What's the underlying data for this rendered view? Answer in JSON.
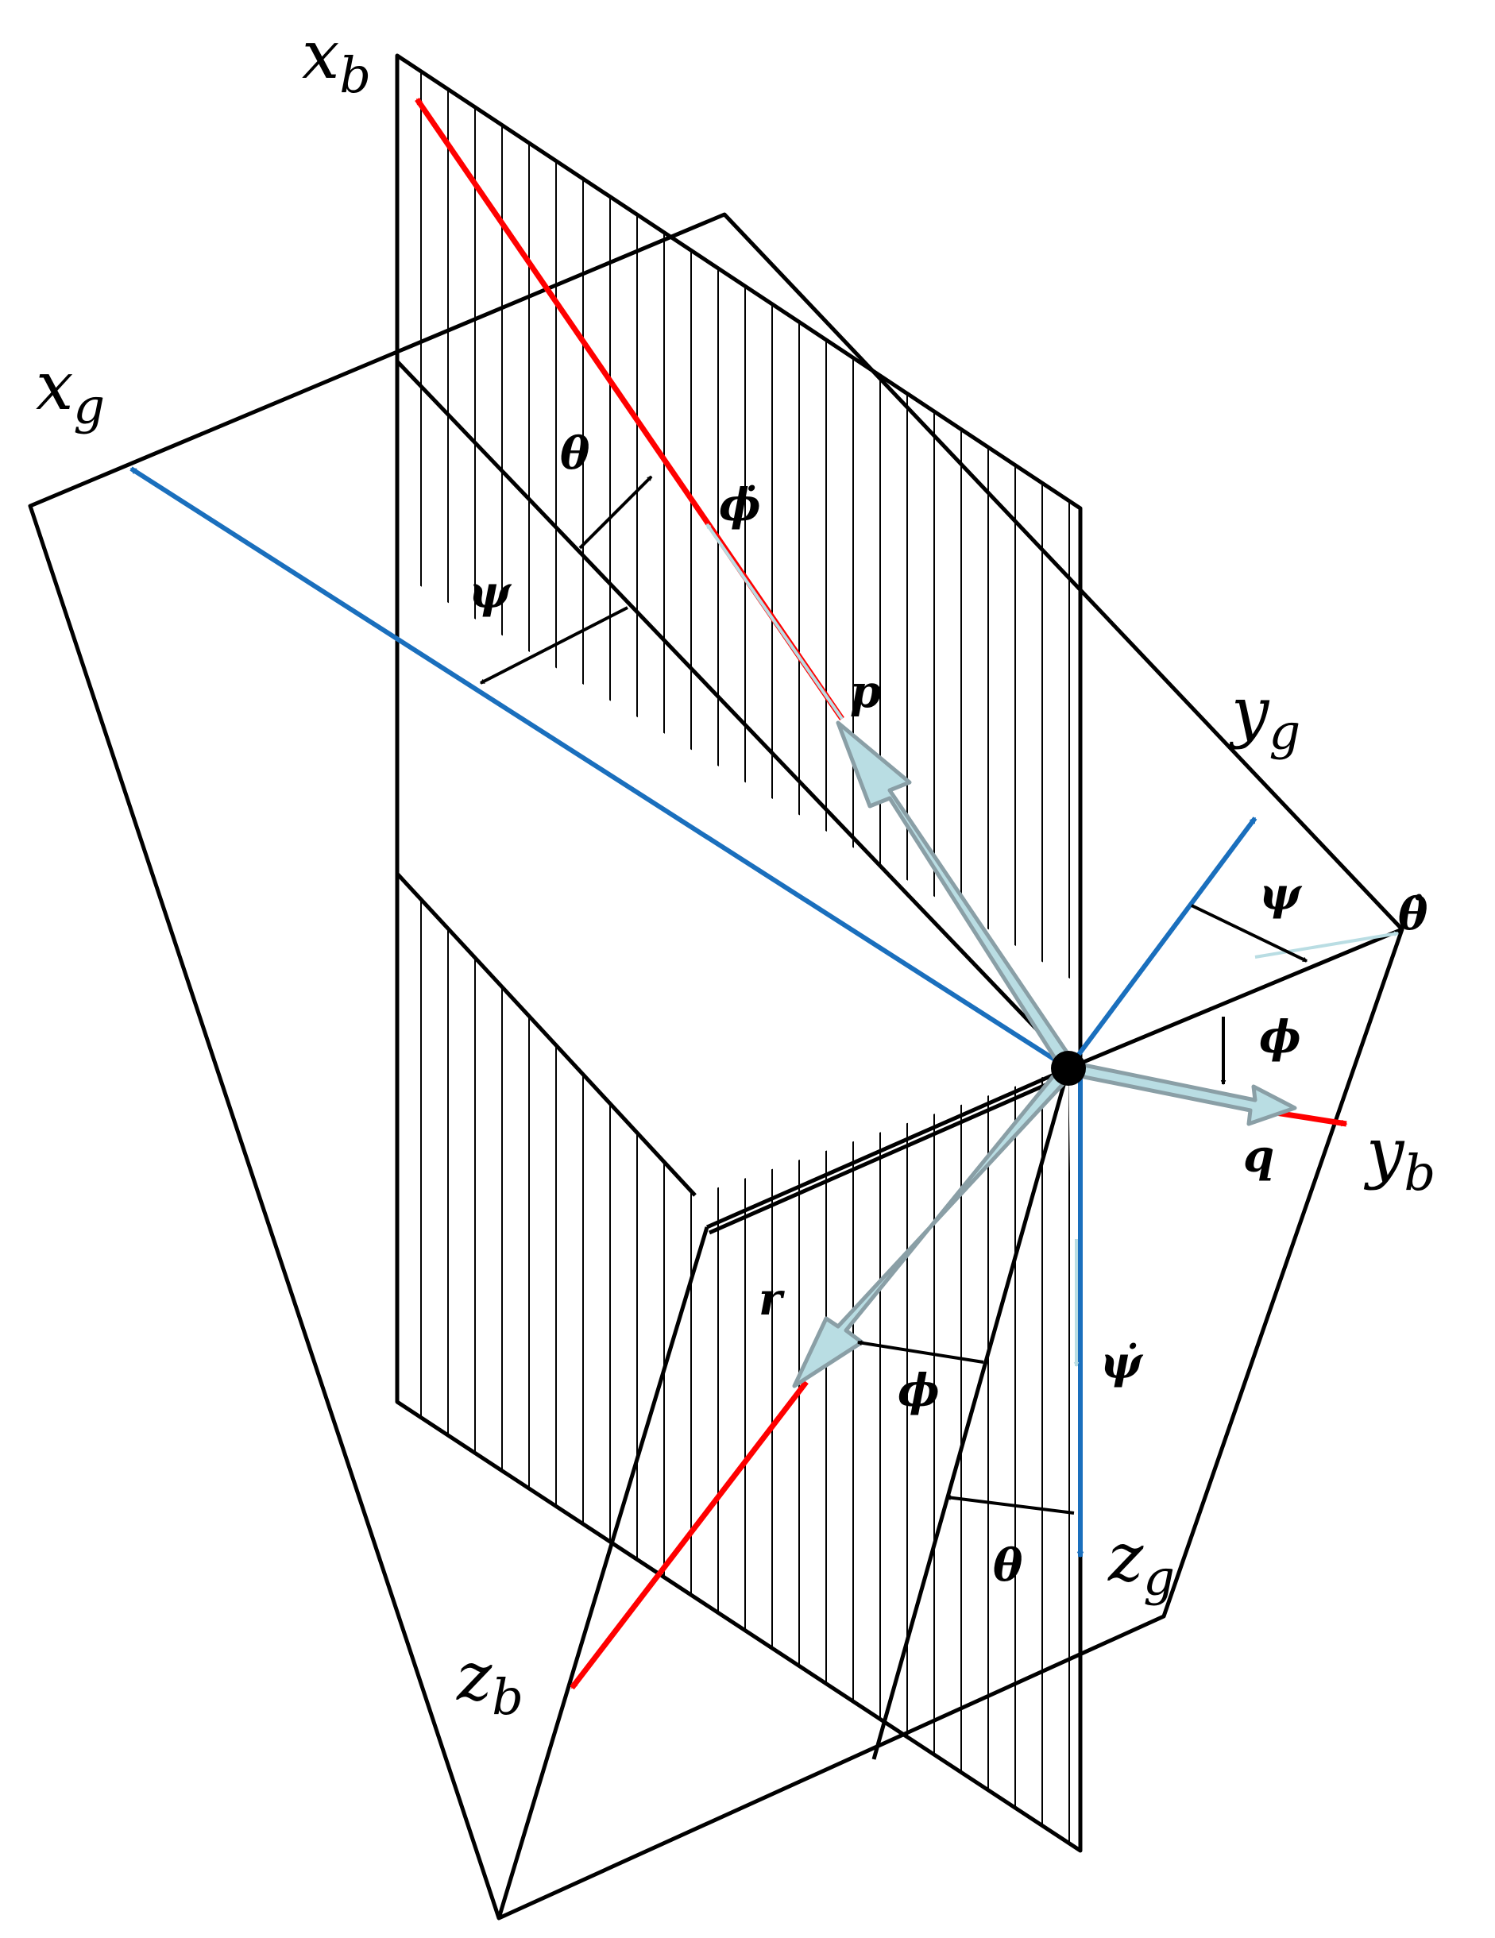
{
  "colors": {
    "body_axis": "#ff0000",
    "ground_axis": "#1a6fbd",
    "rate_arrow_fill": "#b9dde3",
    "rate_arrow_stroke": "#8a9fa6",
    "line": "#000000"
  },
  "axes": {
    "xb": {
      "main": "x",
      "sub": "b"
    },
    "xg": {
      "main": "x",
      "sub": "g"
    },
    "yg": {
      "main": "y",
      "sub": "g"
    },
    "yb": {
      "main": "y",
      "sub": "b"
    },
    "zb": {
      "main": "z",
      "sub": "b"
    },
    "zg": {
      "main": "z",
      "sub": "g"
    }
  },
  "angles": {
    "theta_top": "θ",
    "phi_dot": "ϕ̇",
    "psi_left": "ψ",
    "psi_right": "ψ",
    "theta_dot": "θ̇",
    "phi_right": "ϕ",
    "phi_bottom": "ϕ",
    "psi_dot": "ψ̇",
    "theta_bottom": "θ"
  },
  "rates": {
    "p": "p",
    "q": "q",
    "r": "r"
  }
}
